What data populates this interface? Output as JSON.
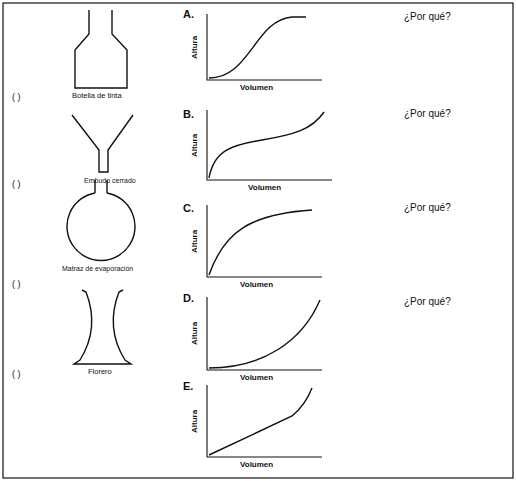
{
  "diagram": {
    "labels": [
      "A.",
      "¿Por qué?",
      "Altura",
      "Volumen",
      "Botella de tinta",
      "( )",
      "Embudo cerrado",
      "B.",
      "¿Por qué?",
      "Altura",
      "Volumen",
      "( )",
      "C.",
      "Altura",
      "Volumen",
      "Matraz de evaporación",
      "( )",
      "D.",
      "¿Por qué?",
      "Altura",
      "Volumen",
      "¿Por qué?",
      "Florero",
      "( )",
      "E.",
      "Altura",
      "Volumen"
    ]
  }
}
